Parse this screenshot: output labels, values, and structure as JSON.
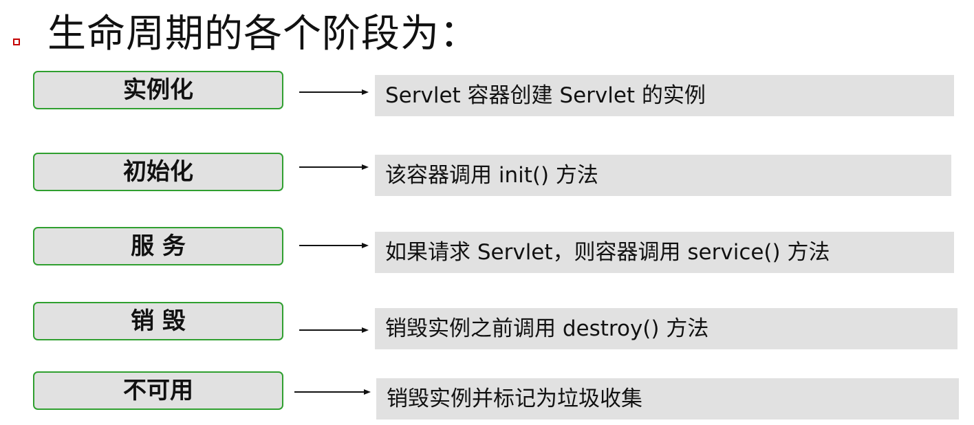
{
  "heading": {
    "bullet_icon": "square-bullet-icon",
    "title": "生命周期的各个阶段为："
  },
  "stages": [
    {
      "label": "实例化",
      "description": "Servlet 容器创建 Servlet 的实例"
    },
    {
      "label": "初始化",
      "description": "该容器调用 init() 方法"
    },
    {
      "label": "服 务",
      "description": "如果请求 Servlet，则容器调用 service() 方法"
    },
    {
      "label": "销 毁",
      "description": "销毁实例之前调用 destroy() 方法"
    },
    {
      "label": "不可用",
      "description": "销毁实例并标记为垃圾收集"
    }
  ],
  "colors": {
    "bullet": "#c40000",
    "button_border": "#2f9f2f",
    "panel_fill": "#e1e1e1",
    "text": "#111111"
  },
  "icons": {
    "arrow": "right-arrow-icon"
  }
}
